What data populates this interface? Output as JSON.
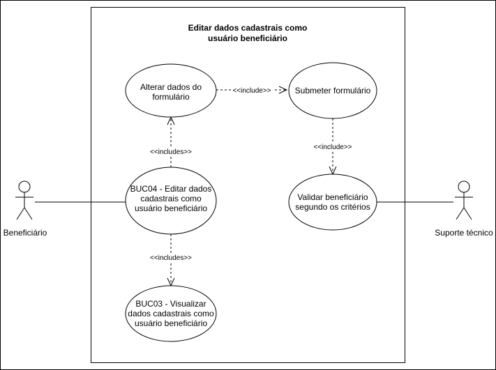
{
  "system": {
    "title_line1": "Editar dados cadastrais como",
    "title_line2": "usuário beneficiário"
  },
  "actors": {
    "beneficiario": "Beneficiário",
    "suporte": "Suporte técnico"
  },
  "use_cases": {
    "alterar": {
      "line1": "Alterar dados do",
      "line2": "formulário"
    },
    "submeter": {
      "line1": "Submeter formulário"
    },
    "buc04": {
      "line1": "BUC04 - Editar dados",
      "line2": "cadastrais como",
      "line3": "usuário beneficiário"
    },
    "validar": {
      "line1": "Validar beneficiário",
      "line2": "segundo os critérios"
    },
    "buc03": {
      "line1": "BUC03 - Visualizar",
      "line2": "dados cadastrais como",
      "line3": "usuário beneficiário"
    }
  },
  "relations": {
    "include_alterar_submeter": "<<include>>",
    "include_submeter_validar": "<<include>>",
    "includes_buc04_alterar": "<<includes>>",
    "includes_buc04_buc03": "<<includes>>"
  },
  "colors": {
    "stroke": "#000000",
    "background": "#ffffff"
  }
}
